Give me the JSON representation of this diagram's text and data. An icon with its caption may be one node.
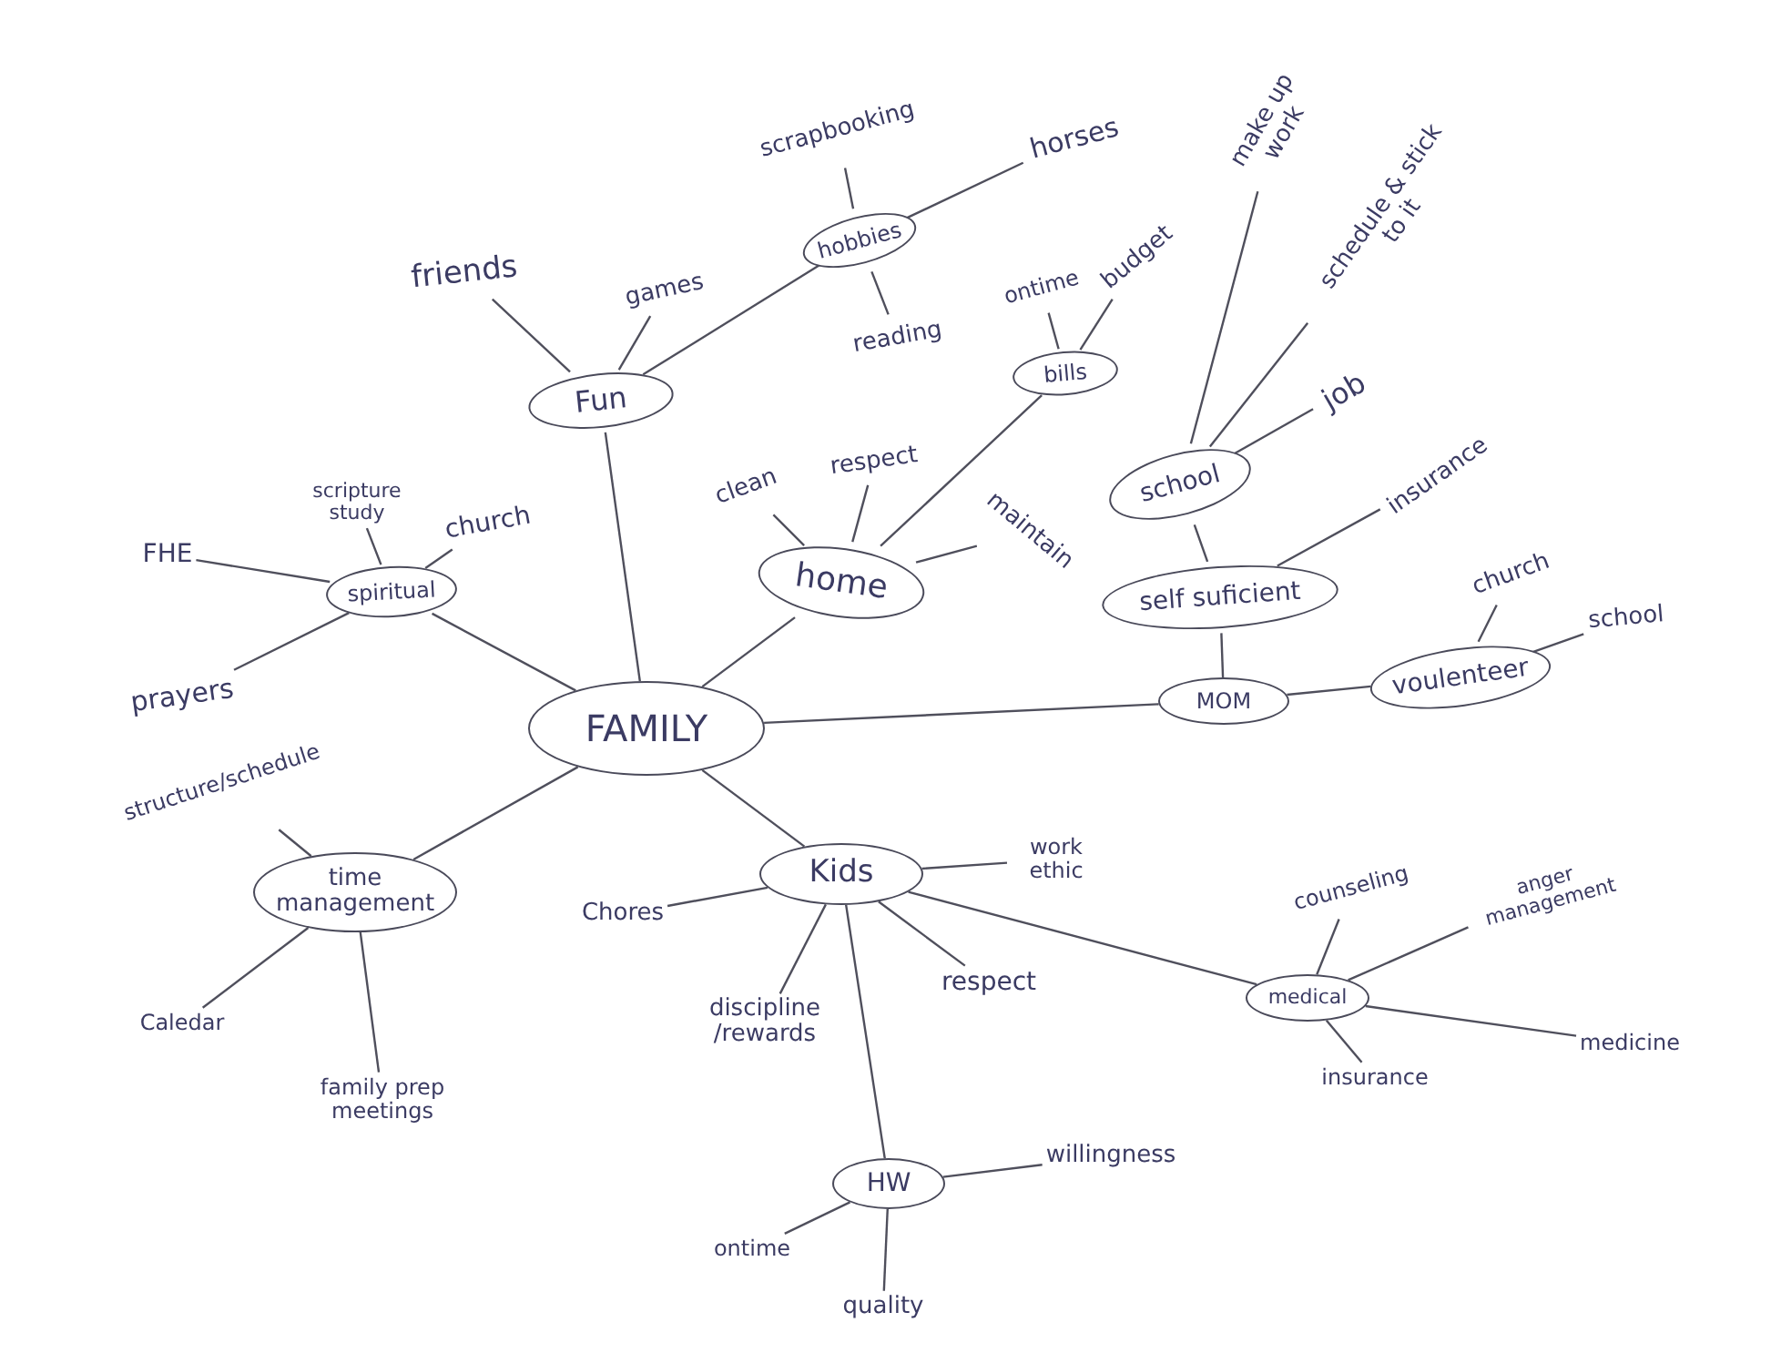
{
  "diagram": {
    "nodes": [
      {
        "text": [
          "FAMILY"
        ]
      },
      {
        "text": [
          "Fun"
        ]
      },
      {
        "text": [
          "friends"
        ]
      },
      {
        "text": [
          "games"
        ]
      },
      {
        "text": [
          "hobbies"
        ]
      },
      {
        "text": [
          "scrapbooking"
        ]
      },
      {
        "text": [
          "horses"
        ]
      },
      {
        "text": [
          "reading"
        ]
      },
      {
        "text": [
          "home"
        ]
      },
      {
        "text": [
          "clean"
        ]
      },
      {
        "text": [
          "respect"
        ]
      },
      {
        "text": [
          "maintain"
        ]
      },
      {
        "text": [
          "bills"
        ]
      },
      {
        "text": [
          "ontime"
        ]
      },
      {
        "text": [
          "budget"
        ]
      },
      {
        "text": [
          "spiritual"
        ]
      },
      {
        "text": [
          "scripture study"
        ]
      },
      {
        "text": [
          "church"
        ]
      },
      {
        "text": [
          "FHE"
        ]
      },
      {
        "text": [
          "prayers"
        ]
      },
      {
        "text": [
          "time management"
        ]
      },
      {
        "text": [
          "structure/schedule"
        ]
      },
      {
        "text": [
          "Caledar"
        ]
      },
      {
        "text": [
          "family prep meetings"
        ]
      },
      {
        "text": [
          "Kids"
        ]
      },
      {
        "text": [
          "Chores"
        ]
      },
      {
        "text": [
          "discipline /rewards"
        ]
      },
      {
        "text": [
          "respect"
        ]
      },
      {
        "text": [
          "work ethic"
        ]
      },
      {
        "text": [
          "HW"
        ]
      },
      {
        "text": [
          "ontime"
        ]
      },
      {
        "text": [
          "quality"
        ]
      },
      {
        "text": [
          "willingness"
        ]
      },
      {
        "text": [
          "medical"
        ]
      },
      {
        "text": [
          "counseling"
        ]
      },
      {
        "text": [
          "anger management"
        ]
      },
      {
        "text": [
          "medicine"
        ]
      },
      {
        "text": [
          "insurance"
        ]
      },
      {
        "text": [
          "MOM"
        ]
      },
      {
        "text": [
          "self suficient"
        ]
      },
      {
        "text": [
          "insurance"
        ]
      },
      {
        "text": [
          "school"
        ]
      },
      {
        "text": [
          "job"
        ]
      },
      {
        "text": [
          "schedule & stick to it"
        ]
      },
      {
        "text": [
          "make up work"
        ]
      },
      {
        "text": [
          "voulenteer"
        ]
      },
      {
        "text": [
          "church"
        ]
      },
      {
        "text": [
          "school"
        ]
      }
    ],
    "edges": [
      {
        "from": 0,
        "to": 1,
        "arrow": "none"
      },
      {
        "from": 0,
        "to": 15,
        "arrow": "none"
      },
      {
        "from": 0,
        "to": 20,
        "arrow": "none"
      },
      {
        "from": 0,
        "to": 8,
        "arrow": "none"
      },
      {
        "from": 0,
        "to": 24,
        "arrow": "none"
      },
      {
        "from": 0,
        "to": 38,
        "arrow": "none"
      },
      {
        "from": 1,
        "to": 2,
        "arrow": "none"
      },
      {
        "from": 1,
        "to": 3,
        "arrow": "none"
      },
      {
        "from": 1,
        "to": 4,
        "arrow": "none"
      },
      {
        "from": 4,
        "to": 5,
        "arrow": "none"
      },
      {
        "from": 4,
        "to": 6,
        "arrow": "none"
      },
      {
        "from": 4,
        "to": 7,
        "arrow": "none"
      },
      {
        "from": 8,
        "to": 9,
        "arrow": "none"
      },
      {
        "from": 8,
        "to": 10,
        "arrow": "none"
      },
      {
        "from": 8,
        "to": 11,
        "arrow": "none"
      },
      {
        "from": 8,
        "to": 12,
        "arrow": "none"
      },
      {
        "from": 12,
        "to": 13,
        "arrow": "none"
      },
      {
        "from": 12,
        "to": 14,
        "arrow": "none"
      },
      {
        "from": 15,
        "to": 16,
        "arrow": "none"
      },
      {
        "from": 15,
        "to": 17,
        "arrow": "none"
      },
      {
        "from": 15,
        "to": 18,
        "arrow": "none"
      },
      {
        "from": 15,
        "to": 19,
        "arrow": "none"
      },
      {
        "from": 20,
        "to": 21,
        "arrow": "none"
      },
      {
        "from": 20,
        "to": 22,
        "arrow": "none"
      },
      {
        "from": 20,
        "to": 23,
        "arrow": "none"
      },
      {
        "from": 24,
        "to": 25,
        "arrow": "none"
      },
      {
        "from": 24,
        "to": 26,
        "arrow": "none"
      },
      {
        "from": 24,
        "to": 27,
        "arrow": "none"
      },
      {
        "from": 24,
        "to": 28,
        "arrow": "none"
      },
      {
        "from": 24,
        "to": 29,
        "arrow": "none"
      },
      {
        "from": 24,
        "to": 33,
        "arrow": "none"
      },
      {
        "from": 29,
        "to": 30,
        "arrow": "none"
      },
      {
        "from": 29,
        "to": 31,
        "arrow": "none"
      },
      {
        "from": 29,
        "to": 32,
        "arrow": "none"
      },
      {
        "from": 33,
        "to": 34,
        "arrow": "none"
      },
      {
        "from": 33,
        "to": 35,
        "arrow": "none"
      },
      {
        "from": 33,
        "to": 36,
        "arrow": "none"
      },
      {
        "from": 33,
        "to": 37,
        "arrow": "none"
      },
      {
        "from": 38,
        "to": 39,
        "arrow": "none"
      },
      {
        "from": 38,
        "to": 45,
        "arrow": "none"
      },
      {
        "from": 39,
        "to": 40,
        "arrow": "none"
      },
      {
        "from": 39,
        "to": 41,
        "arrow": "none"
      },
      {
        "from": 41,
        "to": 42,
        "arrow": "none"
      },
      {
        "from": 41,
        "to": 43,
        "arrow": "none"
      },
      {
        "from": 41,
        "to": 44,
        "arrow": "none"
      },
      {
        "from": 45,
        "to": 46,
        "arrow": "none"
      },
      {
        "from": 45,
        "to": 47,
        "arrow": "none"
      }
    ]
  }
}
